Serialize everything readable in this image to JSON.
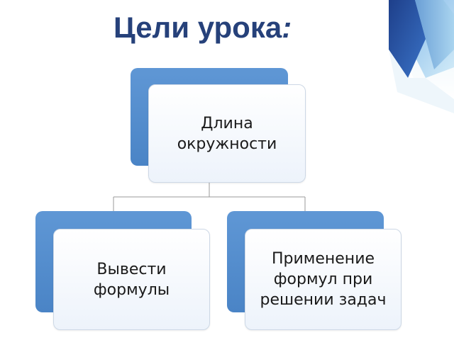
{
  "slide": {
    "title": "Цели урока",
    "title_colon": ":"
  },
  "diagram": {
    "root": {
      "label": "Длина\nокружности"
    },
    "children": [
      {
        "label": "Вывести\nформулы"
      },
      {
        "label": "Применение\nформул при\nрешении задач"
      }
    ]
  },
  "colors": {
    "title": "#26417a",
    "card_back": "#5b93d3",
    "card_front": "#ffffff",
    "connector": "#9a9a9a"
  }
}
